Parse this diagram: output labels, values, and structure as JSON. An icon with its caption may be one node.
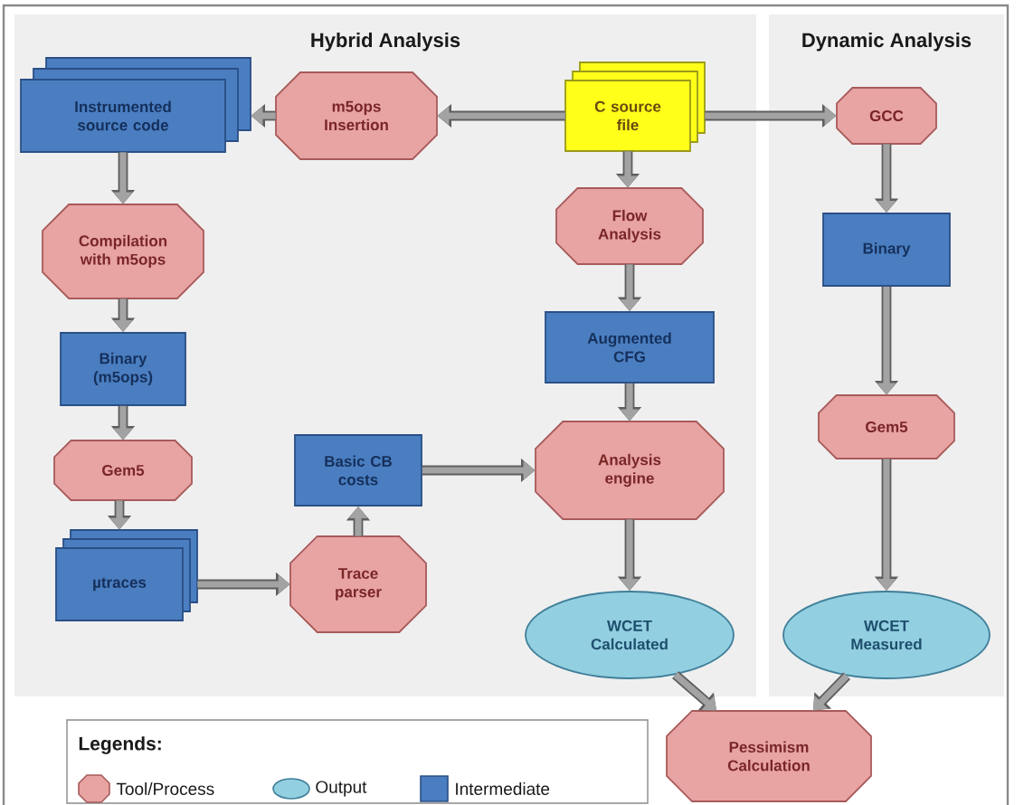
{
  "diagram": {
    "nodes": [
      {
        "text": [
          "Hybrid Analysis"
        ]
      },
      {
        "text": [
          "Instrumented source code"
        ],
        "in": 0
      },
      {
        "text": [
          "m5ops Insertion"
        ],
        "in": 0
      },
      {
        "text": [
          "C source file"
        ],
        "in": 0
      },
      {
        "text": [
          "Compilation with m5ops"
        ],
        "in": 0
      },
      {
        "text": [
          "Binary (m5ops)"
        ],
        "in": 0
      },
      {
        "text": [
          "Flow Analysis"
        ],
        "in": 0
      },
      {
        "text": [
          "Augmented CFG"
        ],
        "in": 0
      },
      {
        "text": [
          "Gem5"
        ],
        "in": 0
      },
      {
        "text": [
          "Basic CB costs"
        ],
        "in": 0
      },
      {
        "text": [
          "Analysis engine"
        ],
        "in": 0
      },
      {
        "text": [
          "µtraces"
        ],
        "in": 0
      },
      {
        "text": [
          "Trace parser"
        ],
        "in": 0
      },
      {
        "text": [
          "WCET Calculated"
        ],
        "in": 0
      },
      {
        "text": [
          "Dynamic Analysis"
        ]
      },
      {
        "text": [
          "GCC"
        ],
        "in": 14
      },
      {
        "text": [
          "Binary"
        ],
        "in": 14
      },
      {
        "text": [
          "Gem5"
        ],
        "in": 14
      },
      {
        "text": [
          "WCET Measured"
        ],
        "in": 14
      },
      {
        "text": [
          "Pessimism Calculation"
        ]
      }
    ],
    "edges": [
      {
        "from": 3,
        "to": 2,
        "arrow": "to"
      },
      {
        "from": 2,
        "to": 1,
        "arrow": "to"
      },
      {
        "from": 1,
        "to": 4,
        "arrow": "to"
      },
      {
        "from": 4,
        "to": 5,
        "arrow": "to"
      },
      {
        "from": 5,
        "to": 8,
        "arrow": "to"
      },
      {
        "from": 8,
        "to": 11,
        "arrow": "to"
      },
      {
        "from": 11,
        "to": 12,
        "arrow": "to"
      },
      {
        "from": 12,
        "to": 9,
        "arrow": "to"
      },
      {
        "from": 9,
        "to": 10,
        "arrow": "to"
      },
      {
        "from": 3,
        "to": 6,
        "arrow": "to"
      },
      {
        "from": 6,
        "to": 7,
        "arrow": "to"
      },
      {
        "from": 7,
        "to": 10,
        "arrow": "to"
      },
      {
        "from": 10,
        "to": 13,
        "arrow": "to"
      },
      {
        "from": 3,
        "to": 15,
        "arrow": "to"
      },
      {
        "from": 15,
        "to": 16,
        "arrow": "to"
      },
      {
        "from": 16,
        "to": 17,
        "arrow": "to"
      },
      {
        "from": 17,
        "to": 18,
        "arrow": "to"
      },
      {
        "from": 13,
        "to": 19,
        "arrow": "to"
      },
      {
        "from": 18,
        "to": 19,
        "arrow": "to"
      }
    ],
    "labels": [
      "Legends:"
    ],
    "legend": [
      {
        "text": "Tool/Process",
        "color": "#e8a3a3"
      },
      {
        "text": "Output",
        "color": "#92cfe0"
      },
      {
        "text": "Intermediate",
        "color": "#4a7ec0"
      }
    ]
  }
}
